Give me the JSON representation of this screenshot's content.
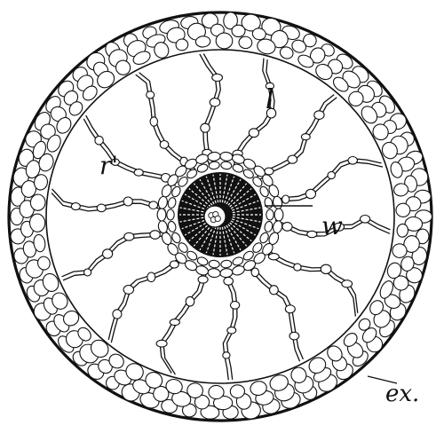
{
  "figure": {
    "labels": {
      "l": "l",
      "r": "r'",
      "w": "w",
      "ex": "ex."
    },
    "colors": {
      "ink": "#111111",
      "paper": "#ffffff"
    }
  }
}
